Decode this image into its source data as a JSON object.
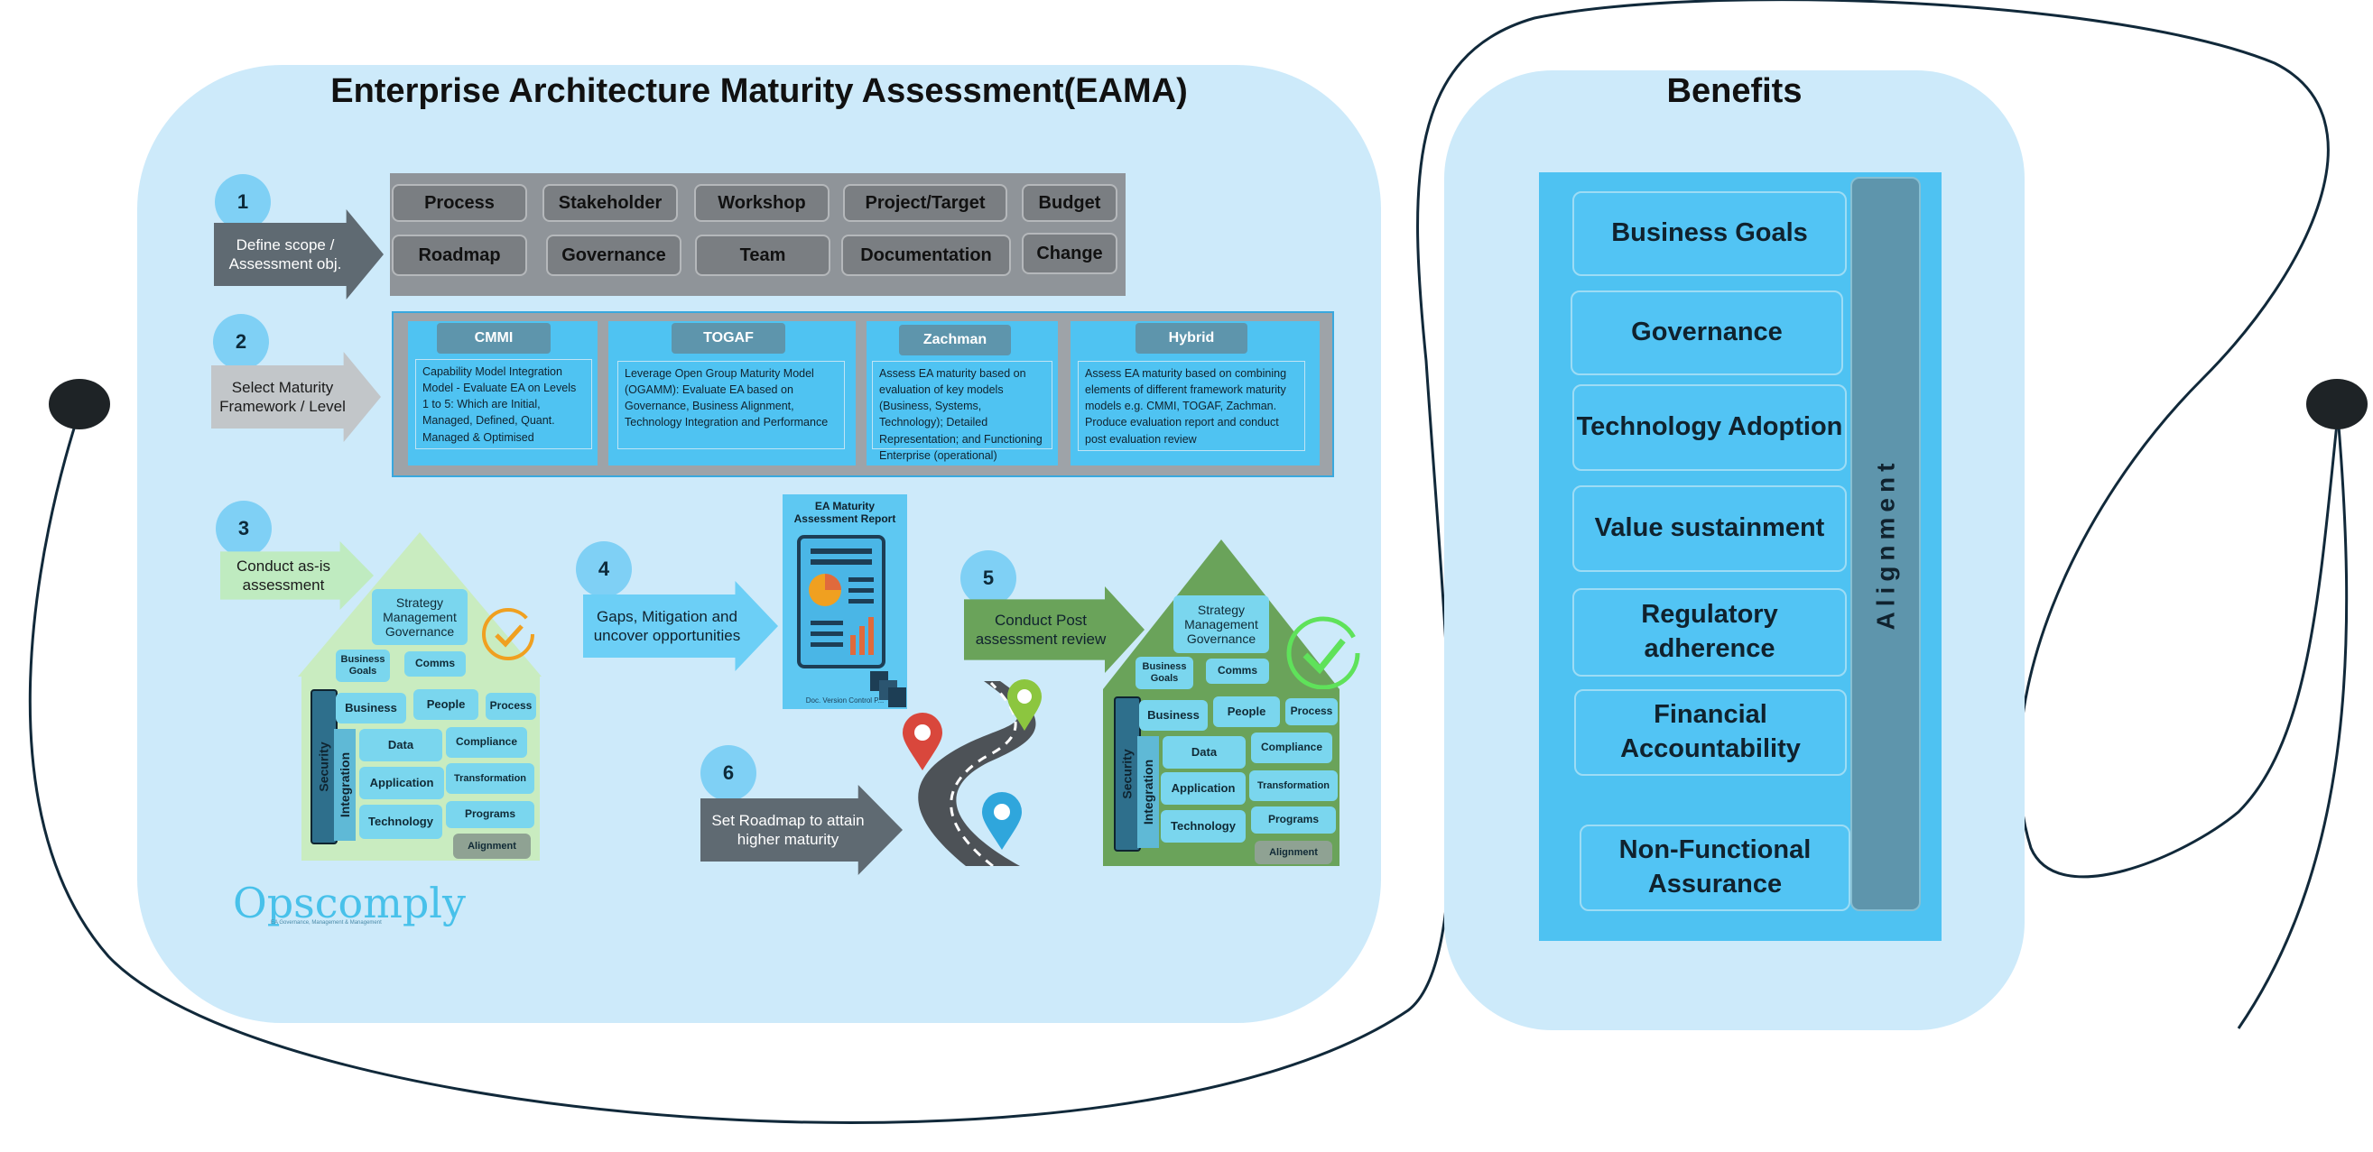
{
  "main": {
    "title": "Enterprise Architecture Maturity Assessment(EAMA)",
    "step1": {
      "num": "1",
      "label": "Define scope / Assessment obj.",
      "chips_row1": [
        "Process",
        "Stakeholder",
        "Workshop",
        "Project/Target",
        "Budget"
      ],
      "chips_row2": [
        "Roadmap",
        "Governance",
        "Team",
        "Documentation",
        "Change"
      ]
    },
    "step2": {
      "num": "2",
      "label": "Select Maturity Framework / Level",
      "frameworks": [
        {
          "name": "CMMI",
          "text": "Capability Model Integration Model - Evaluate EA on Levels 1 to 5: Which are  Initial,  Managed, Defined,  Quant. Managed & Optimised"
        },
        {
          "name": "TOGAF",
          "text": "Leverage Open Group Maturity Model (OGAMM): Evaluate EA based on Governance, Business Alignment, Technology Integration and Performance"
        },
        {
          "name": "Zachman",
          "text": "Assess EA maturity based on evaluation of key models (Business, Systems, Technology); Detailed Representation; and Functioning Enterprise (operational)"
        },
        {
          "name": "Hybrid",
          "text": "Assess EA maturity based on combining elements of  different framework maturity models e.g. CMMI, TOGAF, Zachman. Produce evaluation report and conduct post evaluation review"
        }
      ]
    },
    "step3": {
      "num": "3",
      "label": "Conduct as-is assessment"
    },
    "step4": {
      "num": "4",
      "label": "Gaps, Mitigation and uncover opportunities"
    },
    "step5": {
      "num": "5",
      "label": "Conduct Post assessment review"
    },
    "step6": {
      "num": "6",
      "label": "Set Roadmap to attain higher maturity"
    },
    "house": {
      "top": "Strategy Management Governance",
      "goals": "Business Goals",
      "comms": "Comms",
      "business": "Business",
      "people": "People",
      "process": "Process",
      "data": "Data",
      "compliance": "Compliance",
      "application": "Application",
      "transformation": "Transformation",
      "technology": "Technology",
      "programs": "Programs",
      "alignment": "Alignment",
      "security": "Security",
      "integration": "Integration"
    },
    "report": {
      "title": "EA Maturity Assessment Report",
      "footer": "Doc. Version Control P..."
    },
    "logo": "Opscomply",
    "logo_tagline": "EA Governance, Management & Management"
  },
  "benefits": {
    "title": "Benefits",
    "items": [
      "Business Goals",
      "Governance",
      "Technology Adoption",
      "Value sustainment",
      "Regulatory adherence",
      "Financial Accountability",
      "Non-Functional Assurance"
    ],
    "alignment": "Alignment"
  },
  "colors": {
    "panel": "#cdeafa",
    "accent": "#4fc3f2",
    "dark_bar": "#5e95ac",
    "green_house": "#6aa35a",
    "light_house": "#c9ecc0"
  }
}
